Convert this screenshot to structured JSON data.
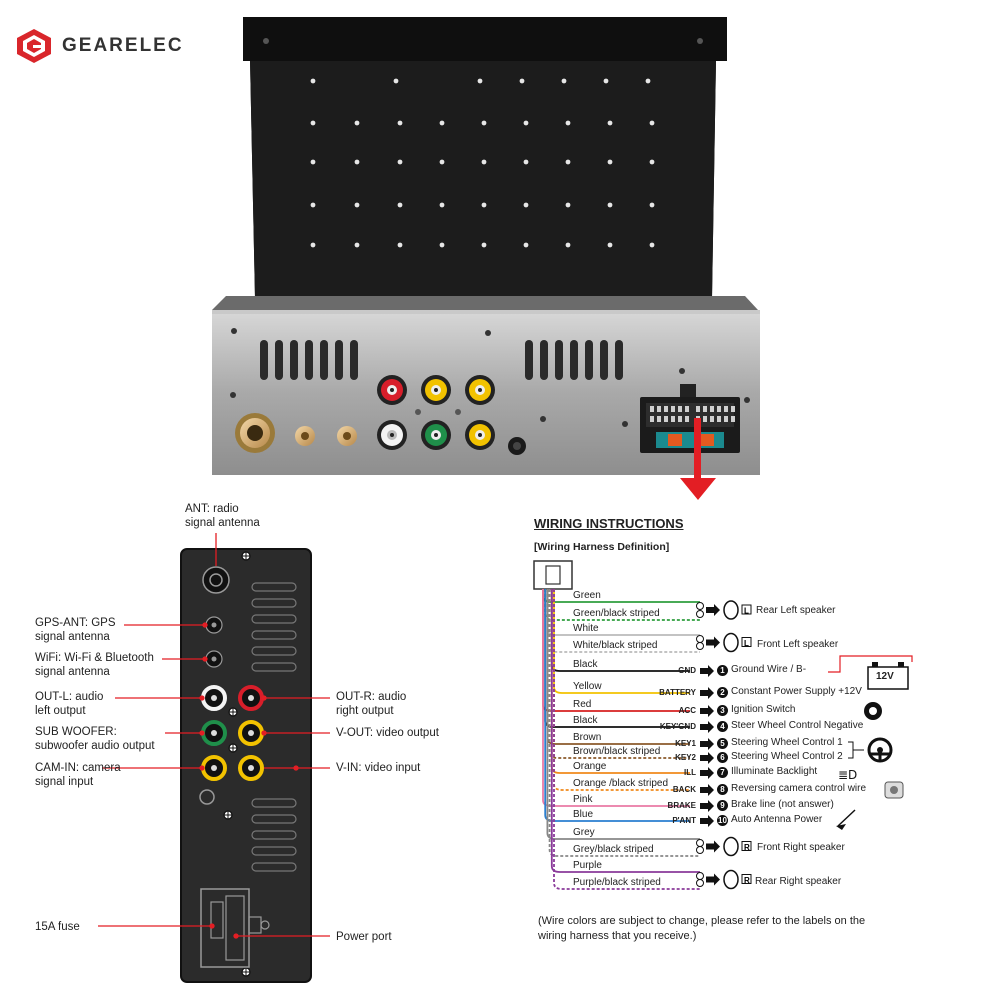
{
  "brand": {
    "name": "GEARELEC"
  },
  "panel_labels": {
    "ant": "ANT: radio\nsignal antenna",
    "gps": "GPS-ANT: GPS\nsignal antenna",
    "wifi": "WiFi: Wi-Fi & Bluetooth\nsignal antenna",
    "outl": "OUT-L: audio\nleft output",
    "sub": "SUB WOOFER:\nsubwoofer audio output",
    "cam": "CAM-IN: camera\nsignal input",
    "outr": "OUT-R: audio\nright output",
    "vout": "V-OUT: video output",
    "vin": "V-IN: video input",
    "fuse": "15A fuse",
    "power": "Power port"
  },
  "wiring": {
    "title": "WIRING INSTRUCTIONS",
    "subtitle": "[Wiring Harness Definition]",
    "wires": [
      {
        "name": "Green",
        "color": "#2e9e3e"
      },
      {
        "name": "Green/black striped",
        "color": "#2e9e3e"
      },
      {
        "name": "White",
        "color": "#bbbbbb"
      },
      {
        "name": "White/black striped",
        "color": "#bbbbbb"
      },
      {
        "name": "Black",
        "color": "#111111",
        "tag": "GND",
        "num": "1",
        "func": "Ground Wire / B-"
      },
      {
        "name": "Yellow",
        "color": "#f2c200",
        "tag": "BATTERY",
        "num": "2",
        "func": "Constant Power Supply +12V"
      },
      {
        "name": "Red",
        "color": "#d62020",
        "tag": "ACC",
        "num": "3",
        "func": "Ignition Switch"
      },
      {
        "name": "Black",
        "color": "#111111",
        "tag": "KEY'GND",
        "num": "4",
        "func": "Steer Wheel Control Negative"
      },
      {
        "name": "Brown",
        "color": "#8b5a2b",
        "tag": "KEY1",
        "num": "5",
        "func": "Steering Wheel Control 1"
      },
      {
        "name": "Brown/black striped",
        "color": "#8b5a2b",
        "tag": "KEY2",
        "num": "6",
        "func": "Steering Wheel Control 2"
      },
      {
        "name": "Orange",
        "color": "#f08a1c",
        "tag": "ILL",
        "num": "7",
        "func": "Illuminate Backlight"
      },
      {
        "name": "Orange /black striped",
        "color": "#f08a1c",
        "tag": "BACK",
        "num": "8",
        "func": "Reversing camera control wire"
      },
      {
        "name": "Pink",
        "color": "#e97aa5",
        "tag": "BRAKE",
        "num": "9",
        "func": "Brake line (not answer)"
      },
      {
        "name": "Blue",
        "color": "#2a7fd0",
        "tag": "P'ANT",
        "num": "10",
        "func": "Auto Antenna Power"
      },
      {
        "name": "Grey",
        "color": "#888888"
      },
      {
        "name": "Grey/black striped",
        "color": "#888888"
      },
      {
        "name": "Purple",
        "color": "#8a3a9a"
      },
      {
        "name": "Purple/black striped",
        "color": "#8a3a9a"
      }
    ],
    "speakers": {
      "rear_left": "Rear Left  speaker",
      "front_left": "Front  Left  speaker",
      "front_right": "Front  Right  speaker",
      "rear_right": "Rear Right  speaker",
      "l": "L",
      "r": "R"
    },
    "battery_label": "12V",
    "note": "(Wire colors are subject to change, please refer to the labels on the wiring harness that you receive.)"
  },
  "colors": {
    "brand_red": "#d9262b",
    "arrow_red": "#e31e24",
    "panel": "#2b2b2b"
  }
}
